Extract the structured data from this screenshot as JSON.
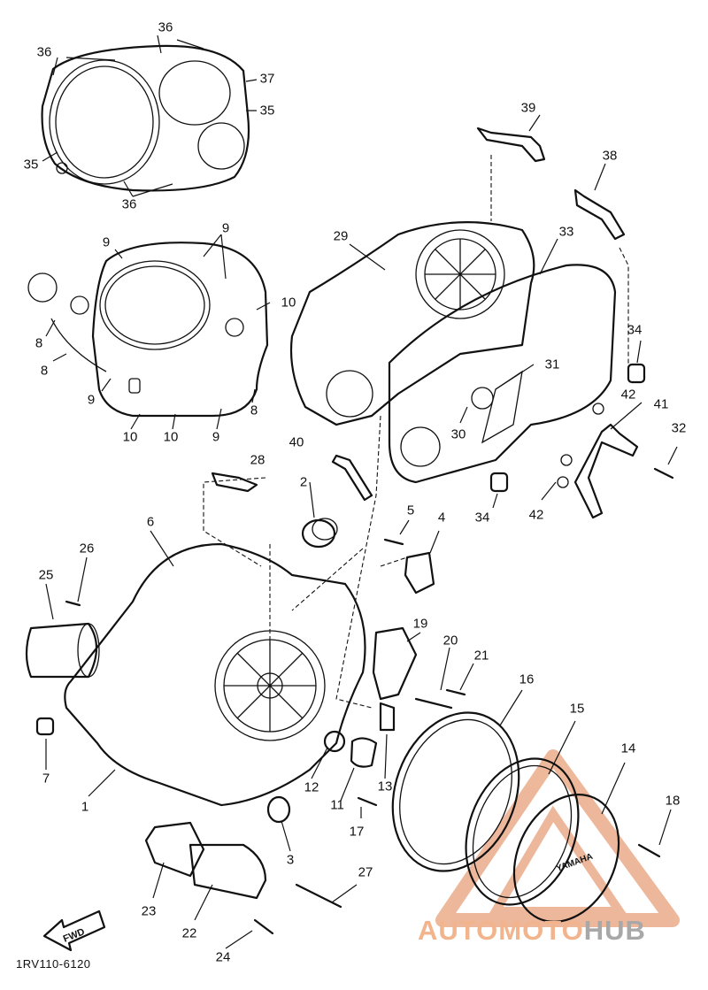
{
  "diagram": {
    "drawing_code": "1RV110-6120",
    "fwd_label": "FWD",
    "cover_badge": "YAMAHA",
    "watermark": {
      "left": "AUTOMOTO",
      "right": "HUB"
    },
    "watermark_colors": {
      "mark": "#e8a07a",
      "text_left": "#f2b48c",
      "text_right": "#a8a8a8"
    },
    "callouts": [
      {
        "id": "c36a",
        "label": "36"
      },
      {
        "id": "c36b",
        "label": "36"
      },
      {
        "id": "c37",
        "label": "37"
      },
      {
        "id": "c35a",
        "label": "35"
      },
      {
        "id": "c35b",
        "label": "35"
      },
      {
        "id": "c36c",
        "label": "36"
      },
      {
        "id": "c39",
        "label": "39"
      },
      {
        "id": "c38",
        "label": "38"
      },
      {
        "id": "c9a",
        "label": "9"
      },
      {
        "id": "c9b",
        "label": "9"
      },
      {
        "id": "c29",
        "label": "29"
      },
      {
        "id": "c33",
        "label": "33"
      },
      {
        "id": "c10a",
        "label": "10"
      },
      {
        "id": "c8a",
        "label": "8"
      },
      {
        "id": "c8b",
        "label": "8"
      },
      {
        "id": "c34a",
        "label": "34"
      },
      {
        "id": "c31",
        "label": "31"
      },
      {
        "id": "c42a",
        "label": "42"
      },
      {
        "id": "c41",
        "label": "41"
      },
      {
        "id": "c9c",
        "label": "9"
      },
      {
        "id": "c8c",
        "label": "8"
      },
      {
        "id": "c10b",
        "label": "10"
      },
      {
        "id": "c10c",
        "label": "10"
      },
      {
        "id": "c9d",
        "label": "9"
      },
      {
        "id": "c30",
        "label": "30"
      },
      {
        "id": "c32",
        "label": "32"
      },
      {
        "id": "c40",
        "label": "40"
      },
      {
        "id": "c28",
        "label": "28"
      },
      {
        "id": "c2",
        "label": "2"
      },
      {
        "id": "c5",
        "label": "5"
      },
      {
        "id": "c4",
        "label": "4"
      },
      {
        "id": "c34b",
        "label": "34"
      },
      {
        "id": "c42b",
        "label": "42"
      },
      {
        "id": "c6",
        "label": "6"
      },
      {
        "id": "c26",
        "label": "26"
      },
      {
        "id": "c25",
        "label": "25"
      },
      {
        "id": "c19",
        "label": "19"
      },
      {
        "id": "c20",
        "label": "20"
      },
      {
        "id": "c21",
        "label": "21"
      },
      {
        "id": "c16",
        "label": "16"
      },
      {
        "id": "c15",
        "label": "15"
      },
      {
        "id": "c14",
        "label": "14"
      },
      {
        "id": "c7",
        "label": "7"
      },
      {
        "id": "c12",
        "label": "12"
      },
      {
        "id": "c13",
        "label": "13"
      },
      {
        "id": "c11",
        "label": "11"
      },
      {
        "id": "c1",
        "label": "1"
      },
      {
        "id": "c18",
        "label": "18"
      },
      {
        "id": "c17",
        "label": "17"
      },
      {
        "id": "c3",
        "label": "3"
      },
      {
        "id": "c27",
        "label": "27"
      },
      {
        "id": "c23",
        "label": "23"
      },
      {
        "id": "c22",
        "label": "22"
      },
      {
        "id": "c24",
        "label": "24"
      }
    ]
  }
}
